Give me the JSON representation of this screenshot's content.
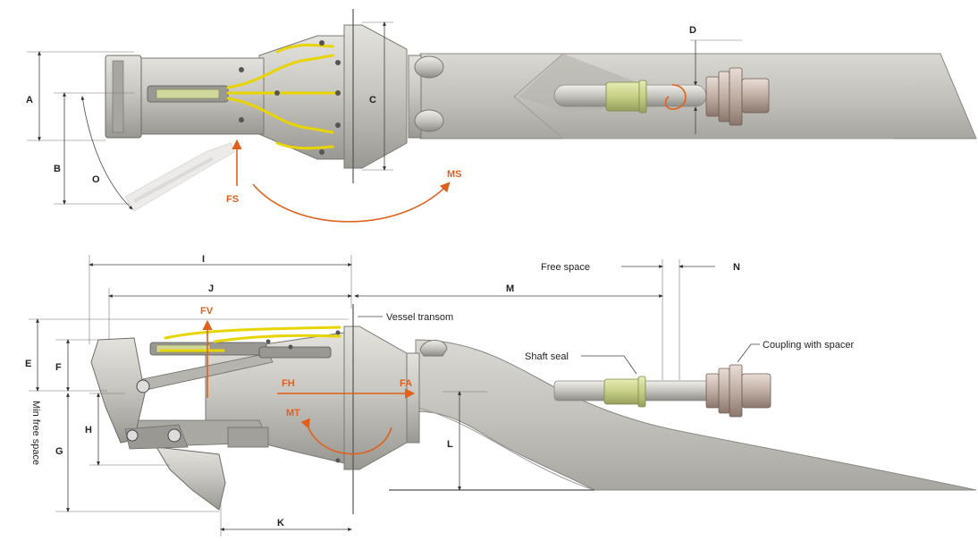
{
  "top_view": {
    "dimensions": {
      "a": "A",
      "b": "B",
      "o": "O",
      "c": "C",
      "d": "D"
    },
    "forces": {
      "fs": "FS",
      "ms": "MS"
    }
  },
  "side_view": {
    "dimensions": {
      "i": "I",
      "j": "J",
      "m": "M",
      "n": "N",
      "e": "E",
      "f": "F",
      "g": "G",
      "h": "H",
      "k": "K",
      "l": "L"
    },
    "forces": {
      "fv": "FV",
      "fh": "FH",
      "fa": "FA",
      "mt": "MT"
    },
    "labels": {
      "free_space": "Free space",
      "vessel_transom": "Vessel transom",
      "shaft_seal": "Shaft seal",
      "coupling_with_spacer": "Coupling with spacer",
      "min_free_space": "Min free space"
    }
  },
  "colors": {
    "body": "#c8c6c0",
    "body_dark": "#9c9a94",
    "hydraulic_lines": "#e8d400",
    "seal": "#cbd48c",
    "force_arrows": "#e0601c",
    "dimension_lines": "#444444"
  }
}
